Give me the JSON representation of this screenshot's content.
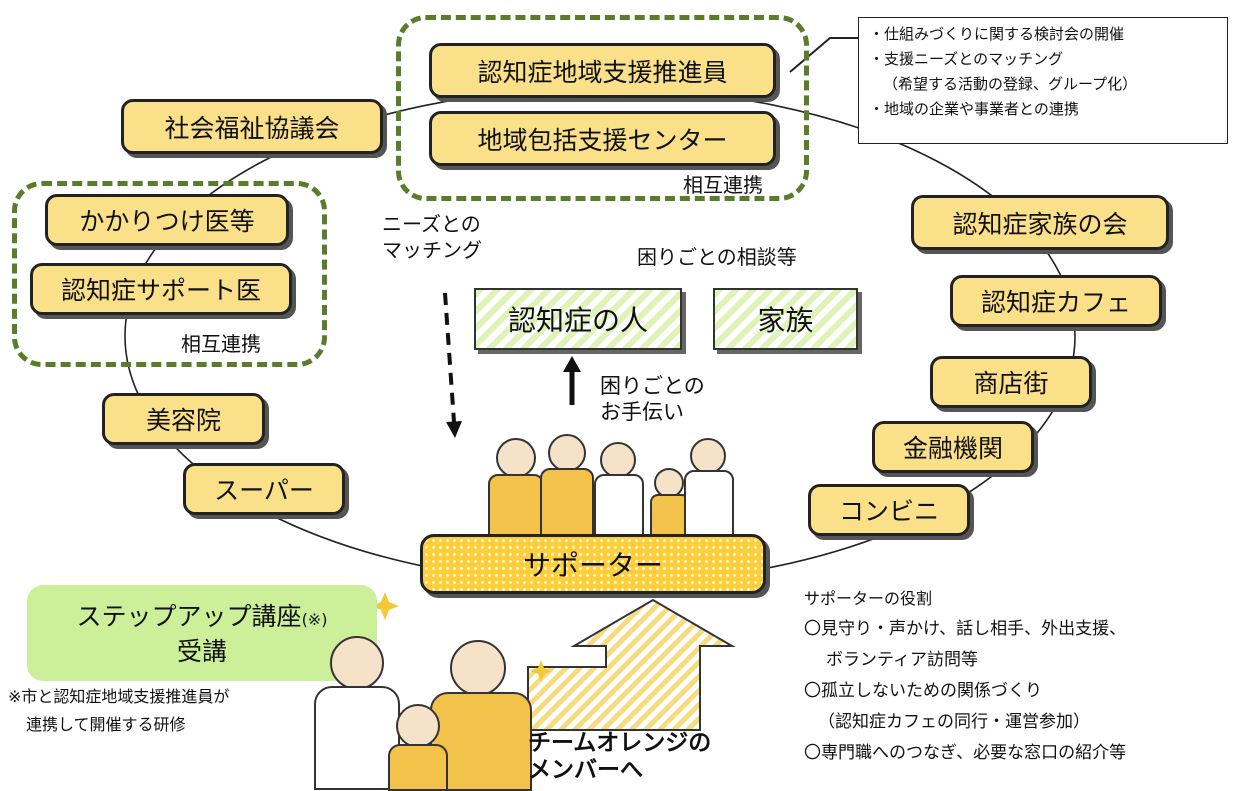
{
  "colors": {
    "box_fill": "#fbe08a",
    "supporter_fill": "#ffcf3b",
    "dashed_group": "#5a7d2c",
    "hatch": "#dff2b7",
    "step_fill": "#ccf099"
  },
  "nodes": {
    "promoter": "認知症地域支援推進員",
    "center": "地域包括支援センター",
    "council": "社会福祉協議会",
    "doctor": "かかりつけ医等",
    "support_doctor": "認知症サポート医",
    "beauty": "美容院",
    "super": "スーパー",
    "family_assoc": "認知症家族の会",
    "cafe": "認知症カフェ",
    "shopping": "商店街",
    "bank": "金融機関",
    "convenience": "コンビニ"
  },
  "mutual_top": "相互連携",
  "mutual_left": "相互連携",
  "promoter_tasks": [
    "・仕組みづくりに関する検討会の開催",
    "・支援ニーズとのマッチング",
    "（希望する活動の登録、グループ化）",
    "・地域の企業や事業者との連携"
  ],
  "needs_matching": [
    "ニーズとの",
    "マッチング"
  ],
  "consult": "困りごとの相談等",
  "person_with_dementia": "認知症の人",
  "family": "家族",
  "help": [
    "困りごとの",
    "お手伝い"
  ],
  "supporter": "サポーター",
  "step_up": {
    "title": "ステップアップ講座",
    "mark": "(※)",
    "sub": "受講"
  },
  "footnote": [
    "※市と認知症地域支援推進員が",
    "連携して開催する研修"
  ],
  "team_orange": [
    "チームオレンジの",
    "メンバーへ"
  ],
  "roles": [
    "サポーターの役割",
    "〇見守り・声かけ、話し相手、外出支援、",
    "ボランティア訪問等",
    "〇孤立しないための関係づくり",
    "（認知症カフェの同行・運営参加）",
    "〇専門職へのつなぎ、必要な窓口の紹介等"
  ]
}
